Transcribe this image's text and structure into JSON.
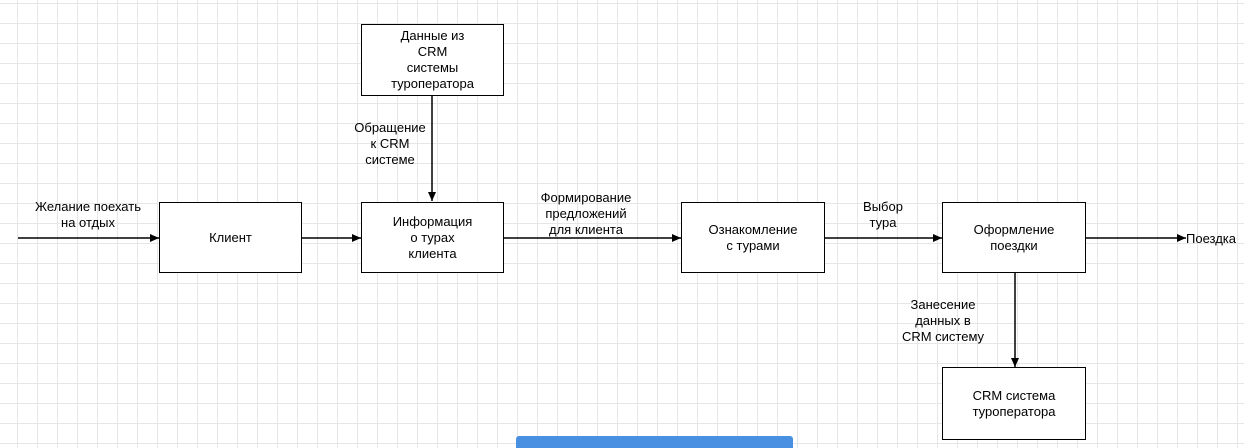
{
  "nodes": {
    "crm_data": "Данные из\nCRM\nсистемы\nтуроператора",
    "client": "Клиент",
    "info": "Информация\nо турах\nклиента",
    "review": "Ознакомление\nс турами",
    "booking": "Оформление\nпоездки",
    "crm_system": "CRM система\nтуроператора"
  },
  "labels": {
    "desire": "Желание поехать\nна отдых",
    "crm_request": "Обращение\nк CRM\nсистеме",
    "offers": "Формирование\nпредложений\nдля клиента",
    "choice": "Выбор\nтура",
    "trip": "Поездка",
    "crm_entry": "Занесение\nданных в\nCRM систему"
  }
}
